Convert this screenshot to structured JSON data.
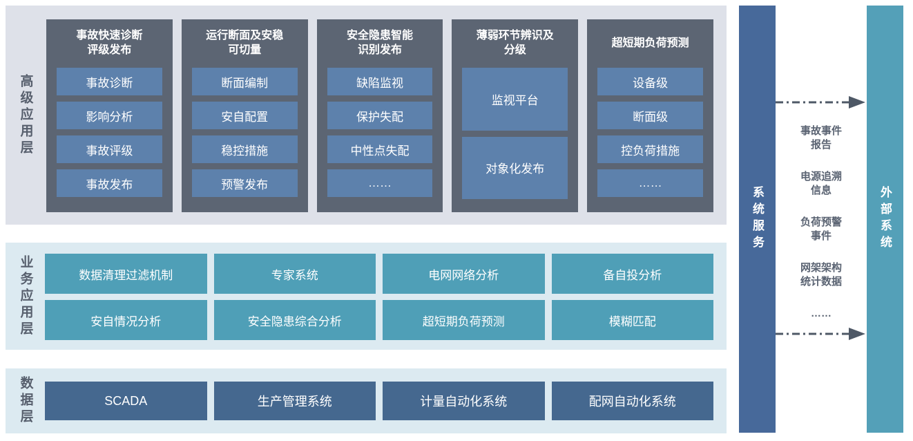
{
  "colors": {
    "page_bg": "#ffffff",
    "advanced_section_bg": "#dee1e9",
    "lower_section_bg": "#dceaf1",
    "column_bg": "#5c6573",
    "column_item_bg": "#5d81ac",
    "business_box_bg": "#4f9fb7",
    "data_box_bg": "#45688f",
    "system_service_bar_bg": "#47699a",
    "external_system_bar_bg": "#54a0b8",
    "layer_label_text": "#575f6d",
    "arrow_color": "#4e5866",
    "box_text": "#ffffff"
  },
  "layers": {
    "advanced": {
      "label": "高级应用层",
      "columns": [
        {
          "title": "事故快速诊断\n评级发布",
          "items": [
            "事故诊断",
            "影响分析",
            "事故评级",
            "事故发布"
          ]
        },
        {
          "title": "运行断面及安稳\n可切量",
          "items": [
            "断面编制",
            "安自配置",
            "稳控措施",
            "预警发布"
          ]
        },
        {
          "title": "安全隐患智能\n识别发布",
          "items": [
            "缺陷监视",
            "保护失配",
            "中性点失配",
            "……"
          ]
        },
        {
          "title": "薄弱环节辨识及\n分级",
          "items": [
            "监视平台",
            "对象化发布"
          ]
        },
        {
          "title": "超短期负荷预测",
          "items": [
            "设备级",
            "断面级",
            "控负荷措施",
            "……"
          ]
        }
      ]
    },
    "business": {
      "label": "业务应用层",
      "rows": [
        [
          "数据清理过滤机制",
          "专家系统",
          "电网网络分析",
          "备自投分析"
        ],
        [
          "安自情况分析",
          "安全隐患综合分析",
          "超短期负荷预测",
          "模糊匹配"
        ]
      ]
    },
    "data": {
      "label": "数据层",
      "items": [
        "SCADA",
        "生产管理系统",
        "计量自动化系统",
        "配网自动化系统"
      ]
    }
  },
  "right_panel": {
    "system_service_label": "系统服务",
    "external_system_label": "外部系统",
    "exchange_items": [
      "事故事件\n报告",
      "电源追溯\n信息",
      "负荷预警\n事件",
      "网架架构\n统计数据",
      "……"
    ]
  }
}
